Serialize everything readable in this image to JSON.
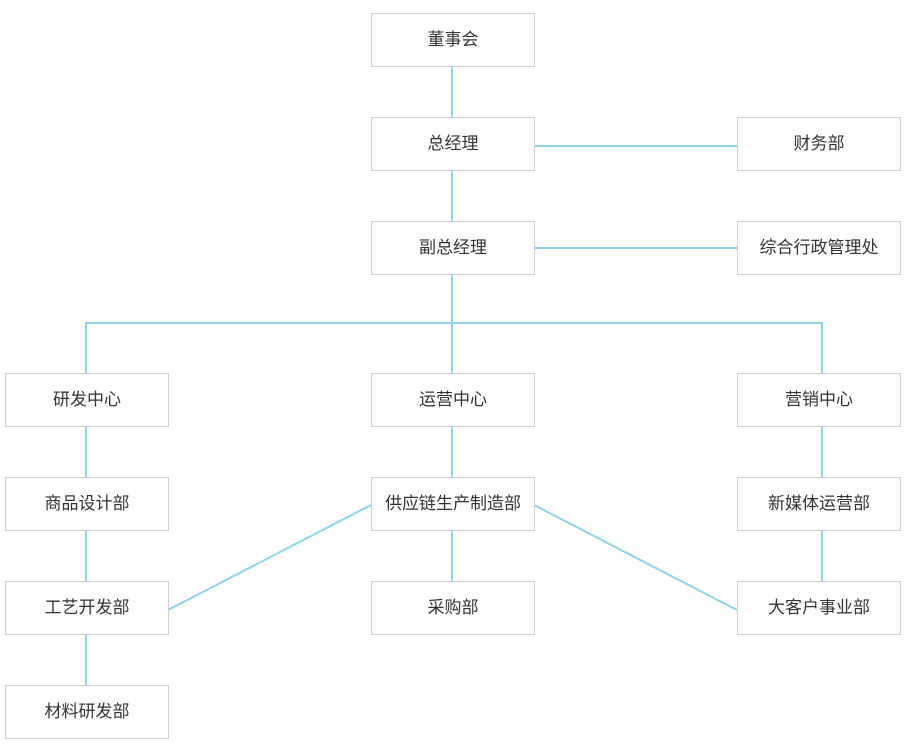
{
  "colors": {
    "connector": "#8fd4ef",
    "box_border": "#cfcfcf",
    "text": "#333333",
    "background": "#ffffff"
  },
  "nodes": {
    "board": "董事会",
    "general_manager": "总经理",
    "finance": "财务部",
    "deputy_general_manager": "副总经理",
    "general_admin": "综合行政管理处",
    "rd_center": "研发中心",
    "operations_center": "运营中心",
    "marketing_center": "营销中心",
    "product_design": "商品设计部",
    "supply_chain": "供应链生产制造部",
    "new_media": "新媒体运营部",
    "craft_development": "工艺开发部",
    "purchasing": "采购部",
    "key_accounts": "大客户事业部",
    "materials_rd": "材料研发部"
  }
}
